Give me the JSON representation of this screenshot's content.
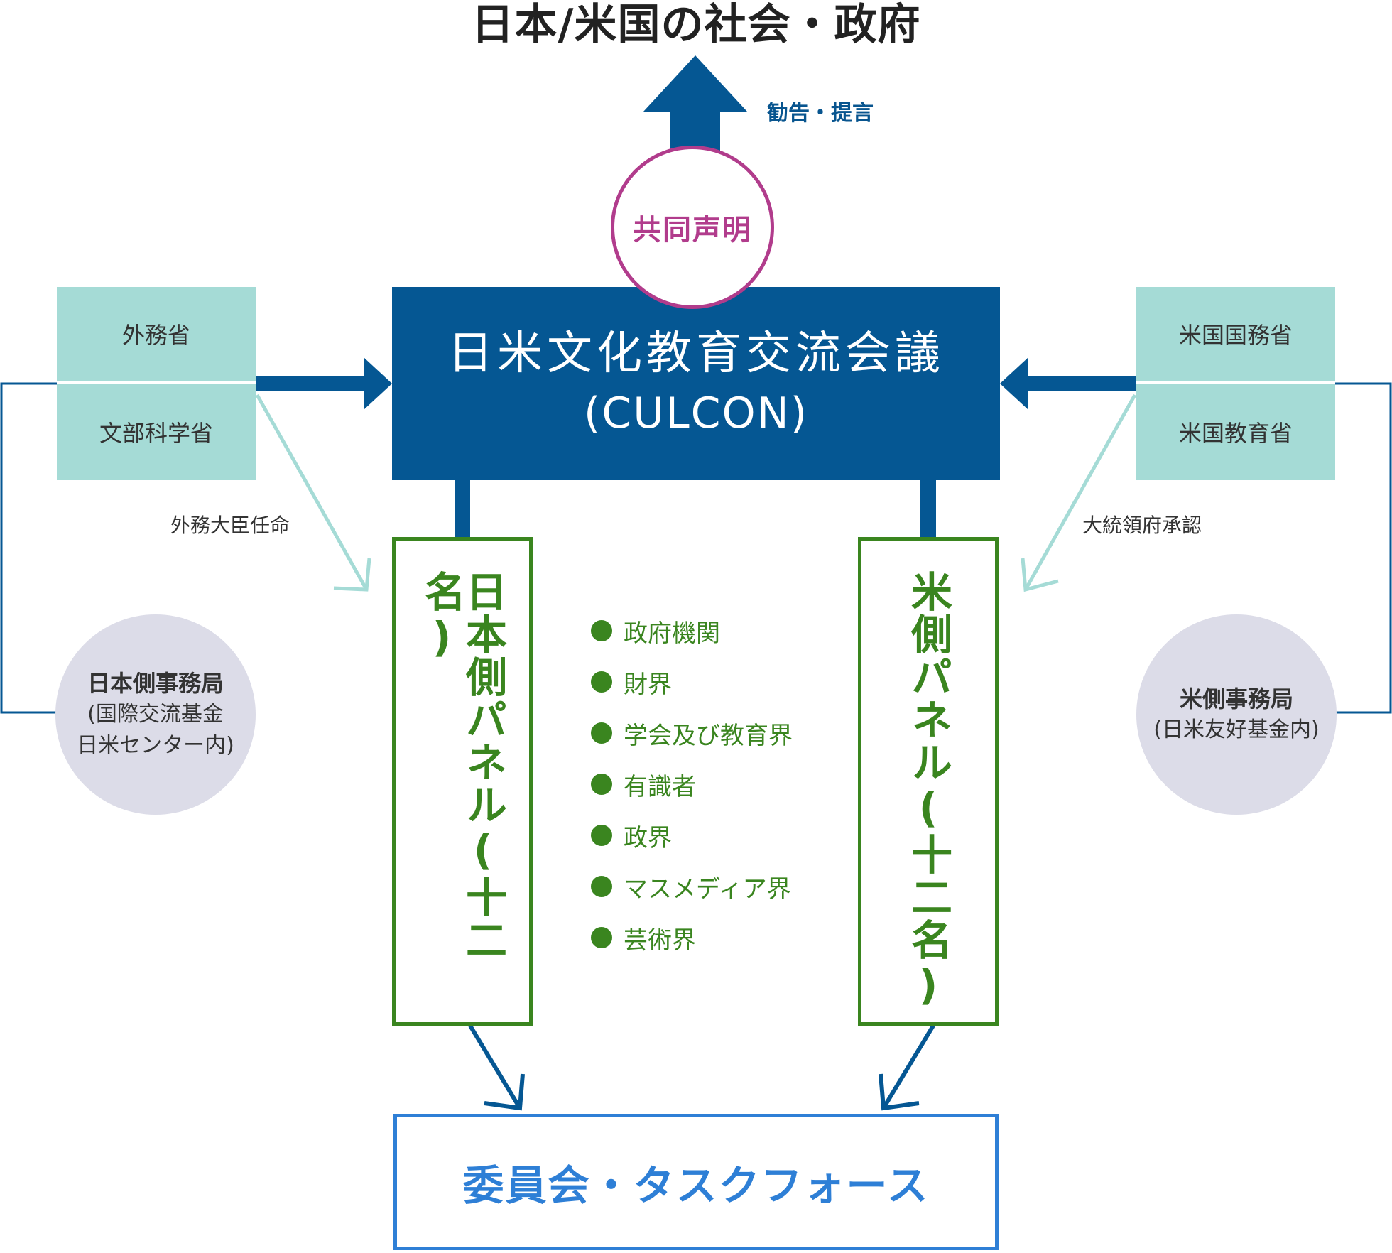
{
  "top_title": "日本/米国の社会・政府",
  "recommendation_label": "勧告・提言",
  "joint_statement": "共同声明",
  "culcon": {
    "name": "日米文化教育交流会議",
    "abbr": "(CULCON)"
  },
  "japan_agencies": [
    "外務省",
    "文部科学省"
  ],
  "us_agencies": [
    "米国国務省",
    "米国教育省"
  ],
  "japan_appointment": "外務大臣任命",
  "us_approval": "大統領府承認",
  "japan_secretariat": {
    "title": "日本側事務局",
    "sub": [
      "(国際交流基金",
      "日米センター内)"
    ]
  },
  "us_secretariat": {
    "title": "米側事務局",
    "sub": "(日米友好基金内)"
  },
  "japan_panel": "日本側パネル(十二名)",
  "us_panel": "米側パネル(十二名)",
  "sectors": [
    "政府機関",
    "財界",
    "学会及び教育界",
    "有識者",
    "政界",
    "マスメディア界",
    "芸術界"
  ],
  "committee": "委員会・タスクフォース",
  "colors": {
    "navy": "#055793",
    "teal": "#a5dbd6",
    "magenta": "#b13c8c",
    "green": "#3a851f",
    "blue": "#2e7fd6",
    "lavender": "#dcdce8"
  }
}
